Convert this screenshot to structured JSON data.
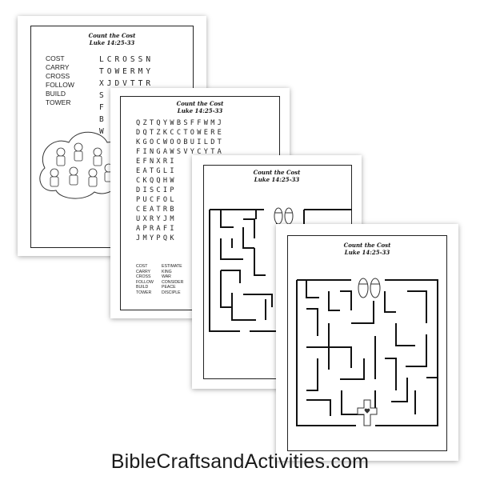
{
  "worksheet_title": "Count the Cost",
  "worksheet_reference": "Luke 14:25-33",
  "page1": {
    "words": [
      "COST",
      "CARRY",
      "CROSS",
      "FOLLOW",
      "BUILD",
      "TOWER"
    ],
    "grid_rows": [
      "LCROSSN",
      "TOWERMY",
      "XJDVTTR",
      "S",
      "F",
      "B",
      "W"
    ]
  },
  "page2": {
    "grid_rows": [
      "QZTQYWBSFFWMJ",
      "DQTZKCCTOWERE",
      "KGOCWOOBUILDT",
      "FINGAWSVYCYTA",
      "EFNXRI",
      "EATGLI",
      "CKQQHW",
      "DISCIP",
      "PUCFOL",
      "CEATRB",
      "UXRYJM",
      "APRAFI",
      "JMYPQK"
    ],
    "words_col1": [
      "COST",
      "CARRY",
      "CROSS",
      "FOLLOW",
      "BUILD",
      "TOWER"
    ],
    "words_col2": [
      "ESTIMATE",
      "KING",
      "WAR",
      "CONSIDER",
      "PEACE",
      "DISCIPLE"
    ]
  },
  "icons": {
    "sandals": "sandals-icon",
    "cross": "cross-icon",
    "children": "children-group-icon"
  },
  "footer_text": "BibleCraftsandActivities.com"
}
